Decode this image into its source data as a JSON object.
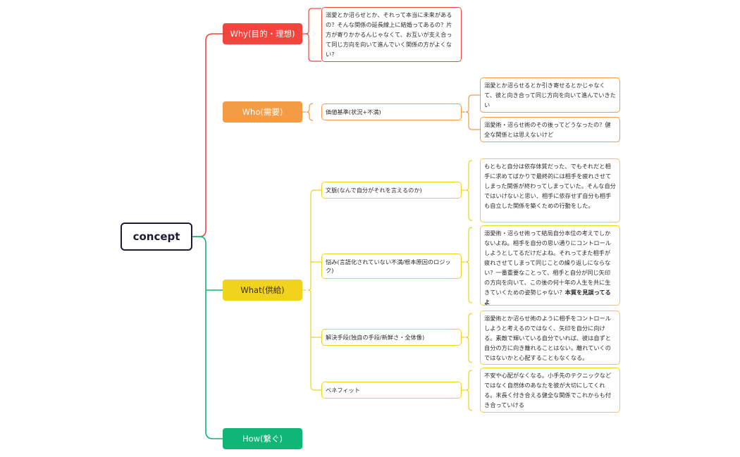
{
  "root": "concept",
  "categories": {
    "why": {
      "label": "Why(目的・理想)",
      "color": "#f2453d"
    },
    "who": {
      "label": "Who(需要)",
      "color": "#f49b45"
    },
    "what": {
      "label": "What(供給)",
      "color": "#f1d21d"
    },
    "how": {
      "label": "How(繋ぐ)",
      "color": "#10b676"
    }
  },
  "why_note": "溺愛とか沼らせとか、それって本当に未来があるの？そんな関係の延長線上に結婚ってあるの？片方が寄りかかるんじゃなくて、お互いが支え合って同じ方向を向いて進んでいく関係の方がよくない？",
  "who_branch": {
    "label": "価値基準(状況+不満)",
    "notes": [
      "溺愛とか沼らせるとか引き寄せるとかじゃなくて、彼と向き合って同じ方向を向いて進んでいきたい",
      "溺愛術・沼らせ術のその後ってどうなったの？健全な関係とは思えないけど"
    ]
  },
  "what_branches": [
    {
      "label": "文脈(なんで自分がそれを言えるのか)",
      "note": "もともと自分は依存体質だった、でもそれだと相手に求めてばかりで最終的には相手を疲れさせてしまった関係が終わってしまっていた。そんな自分ではいけないと思い、相手に依存せず自分も相手も自立した関係を築くための行動をした。"
    },
    {
      "label": "悩み(言語化されていない不満/根本原因のロジック)",
      "note": "溺愛術・沼らせ術って結局自分本位の考えでしかないよね。相手を自分の思い通りにコントロールしようとしてるだけだよね。それってまた相手が疲れさせてしまって同じことの繰り返しにならない？一番重要なことって、相手と自分が同じ矢印の方向を向いて、この後の何十年の人生を共に生きていくための姿勢じゃない？",
      "note_bold": "本質を見誤ってるよ"
    },
    {
      "label": "解決手段(独自の手段/新鮮さ・全体像)",
      "note": "溺愛術とか沼らせ術のように相手をコントロールしようと考えるのではなく、矢印を自分に向ける。素敵で輝いている自分でいれば、彼は自ずと自分の方に向き離れることはない。離れていくのではないかと心配することもなくなる。"
    },
    {
      "label": "ベネフィット",
      "note": "不安や心配がなくなる。小手先のテクニックなどではなく自然体のあなたを彼が大切にしてくれる。末長く付き合える健全な関係でこれからも付き合っていける"
    }
  ]
}
